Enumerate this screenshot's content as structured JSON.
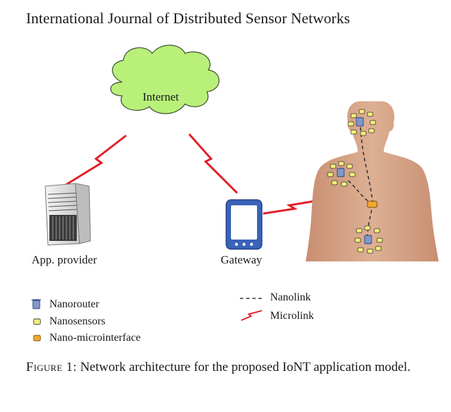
{
  "journal_header": "International Journal of Distributed Sensor Networks",
  "nodes": {
    "internet": "Internet",
    "app_provider": "App. provider",
    "gateway": "Gateway"
  },
  "legend": {
    "nanorouter": "Nanorouter",
    "nanosensors": "Nanosensors",
    "nano_microinterface": "Nano-microinterface",
    "nanolink": "Nanolink",
    "microlink": "Microlink"
  },
  "caption": {
    "label": "Figure 1:",
    "text": "Network architecture for the proposed IoNT application model."
  },
  "colors": {
    "cloud": "#b8f07a",
    "microlink": "#e21e25",
    "skin": "#d9a487",
    "nanosensor": "#f4ef7a",
    "interface": "#f0a830",
    "router": "#7f98c9",
    "gateway": "#3a63b8"
  }
}
